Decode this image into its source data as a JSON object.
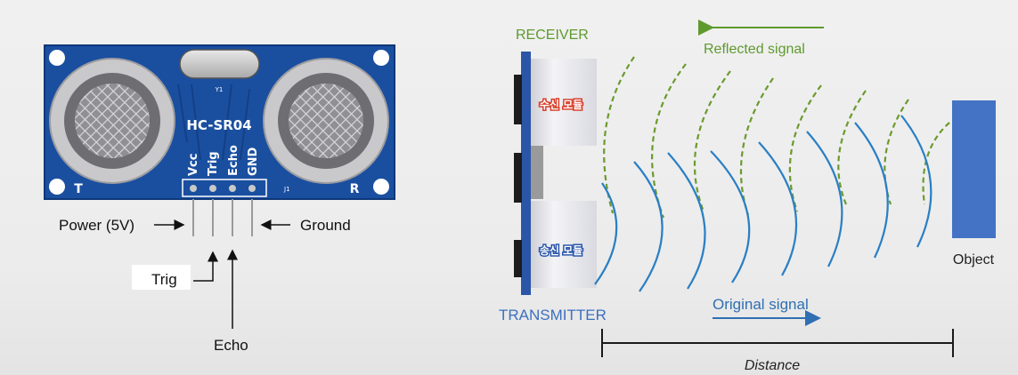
{
  "sensor": {
    "model": "HC-SR04",
    "crystal": "Y1",
    "connector": "J1",
    "left_marker": "T",
    "right_marker": "R",
    "pins": [
      "Vcc",
      "Trig",
      "Echo",
      "GND"
    ]
  },
  "callouts": {
    "power": "Power (5V)",
    "ground": "Ground",
    "trig": "Trig",
    "echo": "Echo"
  },
  "diagram": {
    "receiver": "RECEIVER",
    "transmitter": "TRANSMITTER",
    "receiver_module": "수신 모듈",
    "transmitter_module": "송신 모듈",
    "reflected": "Reflected signal",
    "original": "Original signal",
    "object": "Object",
    "distance": "Distance"
  },
  "colors": {
    "board": "#1a4fa0",
    "reflected_wave": "#6b9a2e",
    "original_wave": "#2a7fc4",
    "object": "#4472c4"
  }
}
